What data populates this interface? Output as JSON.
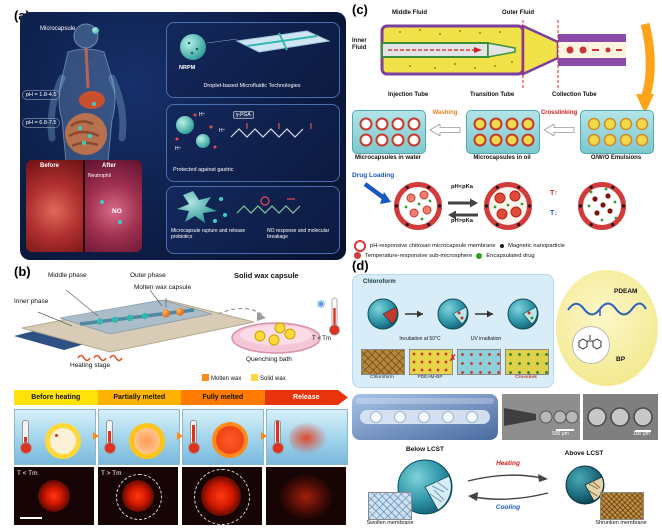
{
  "panels": {
    "a": "(a)",
    "b": "(b)",
    "c": "(c)",
    "d": "(d)"
  },
  "panel_a": {
    "microcapsule": "Microcapsule",
    "ph_stomach": "pH = 1.8-4.5",
    "ph_intestine": "pH = 6.8-7.5",
    "neutrophil": "Neutrophil",
    "before": "Before",
    "after": "After",
    "no": "NO",
    "box1_title": "NRPM",
    "box1_caption": "Droplet-based Microfluidic Technologies",
    "box2_ion": "H⁺",
    "box2_chem": "γ-PGA",
    "box2_caption": "Protected against gastric",
    "box3_caption": "Microcapsule rupture and release probiotics",
    "box3_note": "NO response and molecular breakage"
  },
  "panel_b": {
    "middle_phase": "Middle phase",
    "inner_phase": "Inner phase",
    "outer_phase": "Outer phase",
    "heating_stage": "Heating stage",
    "molten_wax_capsule": "Molten wax capsule",
    "solid_wax_capsule": "Solid wax capsule",
    "quenching_bath": "Quenching bath",
    "quench_temp": "T < Tm",
    "legend_molten": "Molten wax",
    "legend_solid": "Solid wax",
    "stages": [
      "Before heating",
      "Partially melted",
      "Fully melted",
      "Release"
    ],
    "temp_below": "T < Tm",
    "temp_above": "T > Tm"
  },
  "panel_c": {
    "middle_fluid": "Middle Fluid",
    "outer_fluid": "Outer Fluid",
    "inner_fluid": "Inner Fluid",
    "injection_tube": "Injection Tube",
    "transition_tube": "Transition Tube",
    "collection_tube": "Collection Tube",
    "washing": "Washing",
    "crosslinking": "Crosslinking",
    "caption_water": "Microcapsules in water",
    "caption_oil": "Microcapsules in oil",
    "caption_emulsion": "O/W/O Emulsions",
    "drug_loading": "Drug Loading",
    "ph_lt": "pH<pKa",
    "ph_gt": "pH>pKa",
    "t_up": "T↑",
    "t_down": "T↓",
    "legend_membrane": "pH-responsive chitosan microcapsule membrane",
    "legend_magnetic": "Magnetic nanoparticle",
    "legend_sphere": "Temperature-responsive sub-microsphere",
    "legend_drug": "Encapsulated drug"
  },
  "panel_d": {
    "chloroform": "Chloroform",
    "incubation": "Incubation at 50°C",
    "uv_irradiation": "UV irradiation",
    "pdeam": "PDEAM",
    "bp": "BP",
    "inset1_label": "Chloroform",
    "inset2_label": "PDEAM-BP",
    "crosslink": "Crosslink",
    "x_mark": "✗",
    "scale_500": "500 μm",
    "scale_100": "100 μm",
    "below_lcst": "Below LCST",
    "above_lcst": "Above LCST",
    "heating": "Heating",
    "cooling": "Cooling",
    "swollen": "Swollen membrane",
    "shrunken": "Shrunken membrane"
  }
}
